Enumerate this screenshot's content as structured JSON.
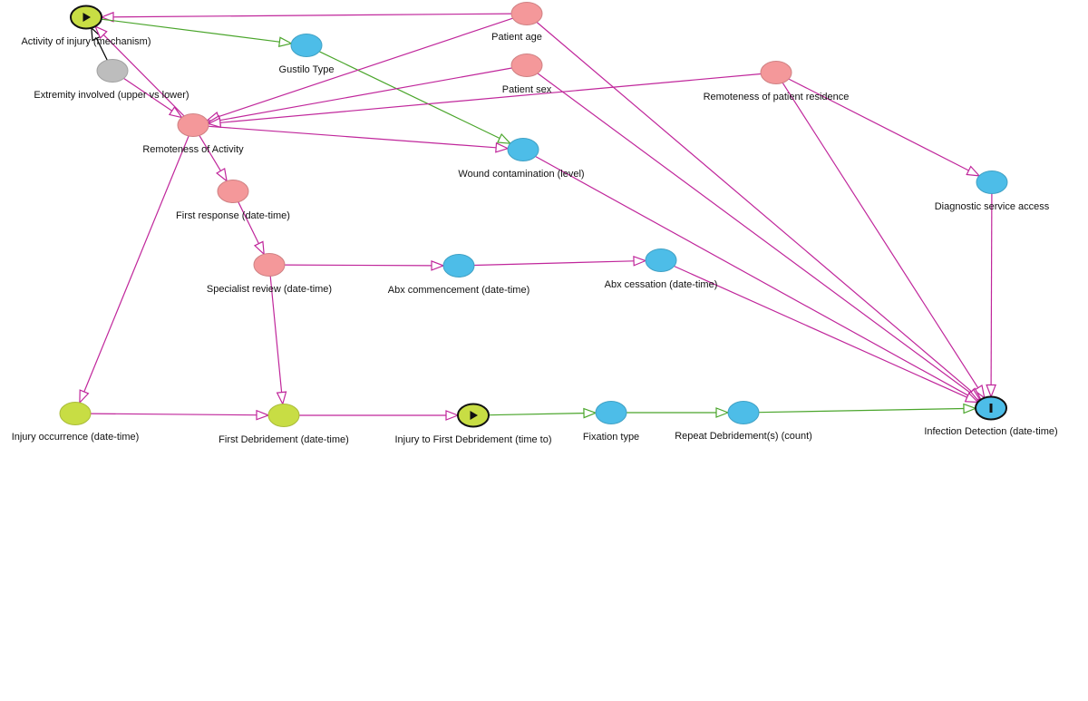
{
  "colors": {
    "exposure": "#c8dd44",
    "outcome": "#4dbde8",
    "ancestor_of_both": "#f4989a",
    "ancestor_of_outcome": "#4dbde8",
    "other": "#bdbdbd",
    "causal_path": "#4aa52b",
    "biasing_path": "#c0269b"
  },
  "nodes": [
    {
      "id": "activity",
      "label": "Activity of injury (mechanism)",
      "kind": "exposure",
      "icon": "play-icon"
    },
    {
      "id": "extremity",
      "label": "Extremity involved (upper vs lower)",
      "kind": "other",
      "icon": ""
    },
    {
      "id": "gustilo",
      "label": "Gustilo Type",
      "kind": "ancestor_of_outcome",
      "icon": ""
    },
    {
      "id": "patient_age",
      "label": "Patient age",
      "kind": "ancestor_of_both",
      "icon": ""
    },
    {
      "id": "patient_sex",
      "label": "Patient sex",
      "kind": "ancestor_of_both",
      "icon": ""
    },
    {
      "id": "remote_residence",
      "label": "Remoteness of patient residence",
      "kind": "ancestor_of_both",
      "icon": ""
    },
    {
      "id": "remote_activity",
      "label": "Remoteness of Activity",
      "kind": "ancestor_of_both",
      "icon": ""
    },
    {
      "id": "wound",
      "label": "Wound contamination (level)",
      "kind": "ancestor_of_outcome",
      "icon": ""
    },
    {
      "id": "first_response",
      "label": "First response (date-time)",
      "kind": "ancestor_of_both",
      "icon": ""
    },
    {
      "id": "diagnostic",
      "label": "Diagnostic service access",
      "kind": "ancestor_of_outcome",
      "icon": ""
    },
    {
      "id": "specialist",
      "label": "Specialist review (date-time)",
      "kind": "ancestor_of_both",
      "icon": ""
    },
    {
      "id": "abx_start",
      "label": "Abx commencement (date-time)",
      "kind": "ancestor_of_outcome",
      "icon": ""
    },
    {
      "id": "abx_stop",
      "label": "Abx cessation (date-time)",
      "kind": "ancestor_of_outcome",
      "icon": ""
    },
    {
      "id": "injury",
      "label": "Injury occurrence (date-time)",
      "kind": "exposure",
      "icon": ""
    },
    {
      "id": "first_debr",
      "label": "First Debridement (date-time)",
      "kind": "exposure",
      "icon": ""
    },
    {
      "id": "injury_to_debr",
      "label": "Injury to First Debridement (time to)",
      "kind": "exposure",
      "icon": "play-icon"
    },
    {
      "id": "fixation",
      "label": "Fixation type",
      "kind": "ancestor_of_outcome",
      "icon": ""
    },
    {
      "id": "repeat_debr",
      "label": "Repeat Debridement(s) (count)",
      "kind": "ancestor_of_outcome",
      "icon": ""
    },
    {
      "id": "infection",
      "label": "Infection Detection (date-time)",
      "kind": "outcome",
      "icon": "outcome-bar-icon"
    }
  ],
  "edges": [
    {
      "from": "patient_age",
      "to": "activity",
      "type": "biasing_path"
    },
    {
      "from": "activity",
      "to": "gustilo",
      "type": "causal_path"
    },
    {
      "from": "gustilo",
      "to": "wound",
      "type": "causal_path"
    },
    {
      "from": "extremity",
      "to": "activity",
      "type": "other"
    },
    {
      "from": "remote_activity",
      "to": "activity",
      "type": "biasing_path"
    },
    {
      "from": "extremity",
      "to": "remote_activity",
      "type": "biasing_path"
    },
    {
      "from": "patient_age",
      "to": "remote_activity",
      "type": "biasing_path"
    },
    {
      "from": "patient_sex",
      "to": "remote_activity",
      "type": "biasing_path"
    },
    {
      "from": "remote_residence",
      "to": "remote_activity",
      "type": "biasing_path"
    },
    {
      "from": "remote_activity",
      "to": "wound",
      "type": "biasing_path"
    },
    {
      "from": "remote_activity",
      "to": "first_response",
      "type": "biasing_path"
    },
    {
      "from": "remote_activity",
      "to": "injury",
      "type": "biasing_path"
    },
    {
      "from": "first_response",
      "to": "specialist",
      "type": "biasing_path"
    },
    {
      "from": "specialist",
      "to": "abx_start",
      "type": "biasing_path"
    },
    {
      "from": "abx_start",
      "to": "abx_stop",
      "type": "biasing_path"
    },
    {
      "from": "specialist",
      "to": "first_debr",
      "type": "biasing_path"
    },
    {
      "from": "injury",
      "to": "first_debr",
      "type": "biasing_path"
    },
    {
      "from": "first_debr",
      "to": "injury_to_debr",
      "type": "biasing_path"
    },
    {
      "from": "injury_to_debr",
      "to": "fixation",
      "type": "causal_path"
    },
    {
      "from": "fixation",
      "to": "repeat_debr",
      "type": "causal_path"
    },
    {
      "from": "repeat_debr",
      "to": "infection",
      "type": "causal_path"
    },
    {
      "from": "remote_residence",
      "to": "diagnostic",
      "type": "biasing_path"
    },
    {
      "from": "diagnostic",
      "to": "infection",
      "type": "biasing_path"
    },
    {
      "from": "remote_residence",
      "to": "infection",
      "type": "biasing_path"
    },
    {
      "from": "patient_age",
      "to": "infection",
      "type": "biasing_path"
    },
    {
      "from": "patient_sex",
      "to": "infection",
      "type": "biasing_path"
    },
    {
      "from": "wound",
      "to": "infection",
      "type": "biasing_path"
    },
    {
      "from": "abx_stop",
      "to": "infection",
      "type": "biasing_path"
    }
  ]
}
